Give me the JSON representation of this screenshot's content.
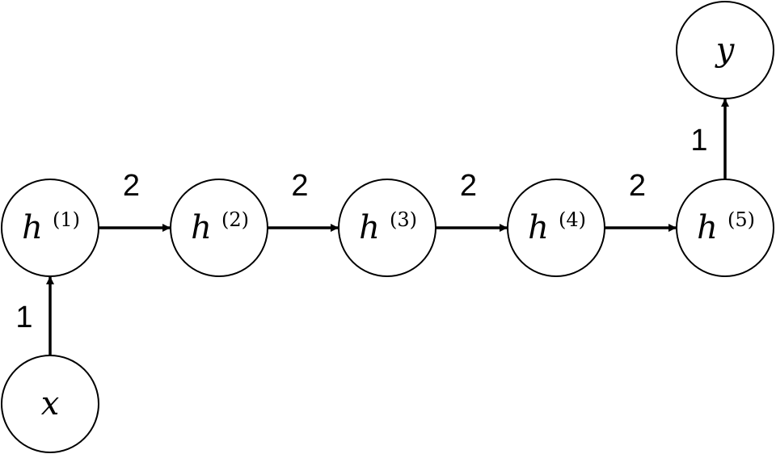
{
  "nodes": [
    {
      "id": "h1",
      "base": "h",
      "sup": "(1)"
    },
    {
      "id": "h2",
      "base": "h",
      "sup": "(2)"
    },
    {
      "id": "h3",
      "base": "h",
      "sup": "(3)"
    },
    {
      "id": "h4",
      "base": "h",
      "sup": "(4)"
    },
    {
      "id": "h5",
      "base": "h",
      "sup": "(5)"
    },
    {
      "id": "x",
      "base": "x",
      "sup": ""
    },
    {
      "id": "y",
      "base": "y",
      "sup": ""
    }
  ],
  "edges": [
    {
      "from": "x",
      "to": "h1",
      "weight": "1"
    },
    {
      "from": "h1",
      "to": "h2",
      "weight": "2"
    },
    {
      "from": "h2",
      "to": "h3",
      "weight": "2"
    },
    {
      "from": "h3",
      "to": "h4",
      "weight": "2"
    },
    {
      "from": "h4",
      "to": "h5",
      "weight": "2"
    },
    {
      "from": "h5",
      "to": "y",
      "weight": "1"
    }
  ]
}
